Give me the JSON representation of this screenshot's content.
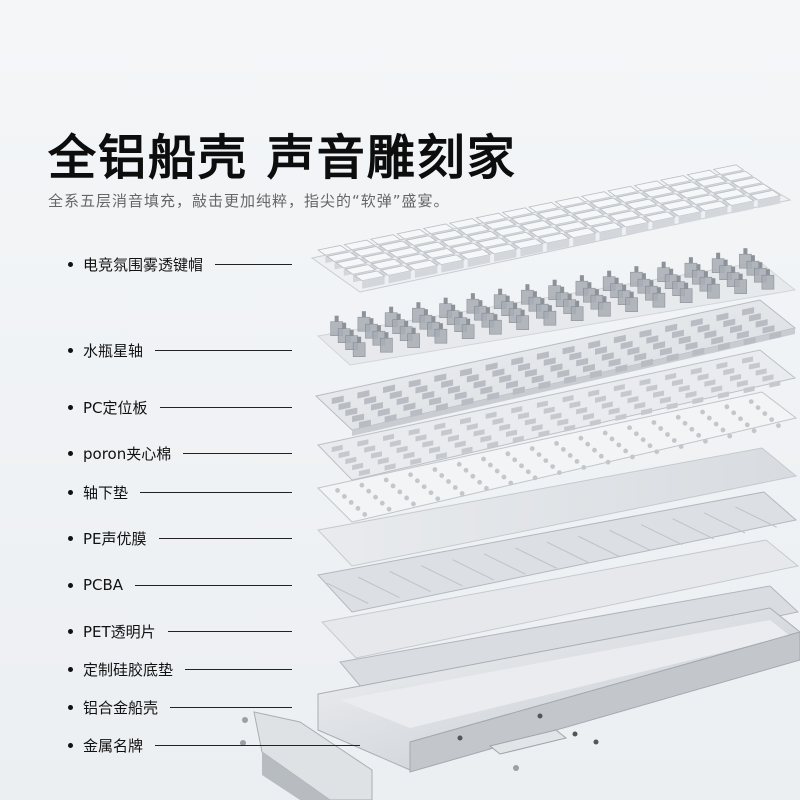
{
  "title": "全铝船壳 声音雕刻家",
  "subtitle": "全系五层消音填充，敲击更加纯粹，指尖的“软弹”盛宴。",
  "layers": [
    {
      "label": "电竞氛围雾透键帽"
    },
    {
      "label": "水瓶星轴"
    },
    {
      "label": "PC定位板"
    },
    {
      "label": "poron夹心棉"
    },
    {
      "label": "轴下垫"
    },
    {
      "label": "PE声优膜"
    },
    {
      "label": "PCBA"
    },
    {
      "label": "PET透明片"
    },
    {
      "label": "定制硅胶底垫"
    },
    {
      "label": "铝合金船壳"
    },
    {
      "label": "金属名牌"
    }
  ],
  "colors": {
    "background": "#f0f2f4",
    "plate": "#dfe2e6",
    "plate_edge": "#b8bcc2",
    "key": "#e8eaed",
    "switch": "#9ea3aa"
  }
}
